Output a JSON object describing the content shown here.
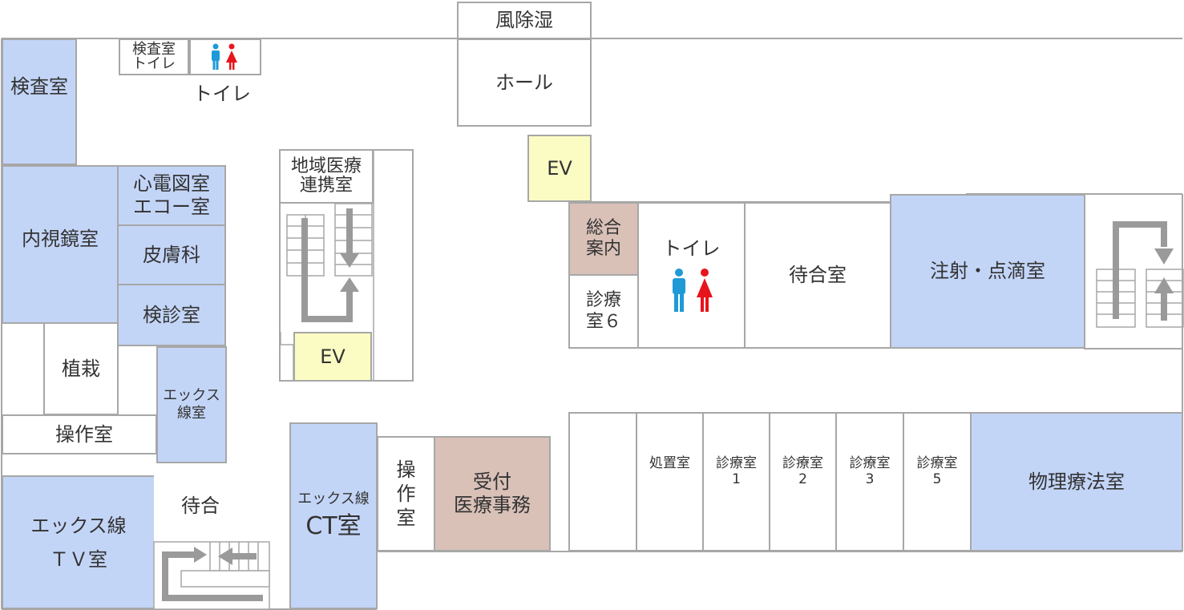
{
  "rooms": {
    "wind_room": "風除湿",
    "hall": "ホール",
    "ev_top": "EV",
    "exam_room": "検査室",
    "exam_toilet": "検査室\nトイレ",
    "toilet_nw": "トイレ",
    "endoscopy": "内視鏡室",
    "ecg_echo": "心電図室\nエコー室",
    "dermatology": "皮膚科",
    "checkup": "検診室",
    "planting": "植栽",
    "xray_room": "エックス\n線室",
    "control_room": "操作室",
    "xray_tv": "エックス線\nＴＶ室",
    "waiting_small": "待合",
    "community_liaison": "地域医療\n連携室",
    "ev_center": "EV",
    "xray_ct_small": "エックス線",
    "xray_ct_big": "CT室",
    "control_vertical": "操\n作\n室",
    "reception": "受付\n医療事務",
    "general_info": "総合\n案内",
    "clinic6": "診療\n室６",
    "toilet_center": "トイレ",
    "waiting_room": "待合室",
    "injection": "注射・点滴室",
    "treatment": "処置室",
    "clinic1": "診療室\n1",
    "clinic2": "診療室\n2",
    "clinic3": "診療室\n3",
    "clinic5": "診療室\n5",
    "physio": "物理療法室"
  },
  "colors": {
    "blue": "#c3d5f7",
    "tan": "#d9c1b8",
    "yellow": "#fbfbc4",
    "wall": "#a7a7a7",
    "arrow": "#9a9a9a",
    "male": "#1e9ad6",
    "female": "#e8141c"
  },
  "icons": [
    "male-icon",
    "female-icon",
    "stairs-icon",
    "arrow-icon"
  ]
}
